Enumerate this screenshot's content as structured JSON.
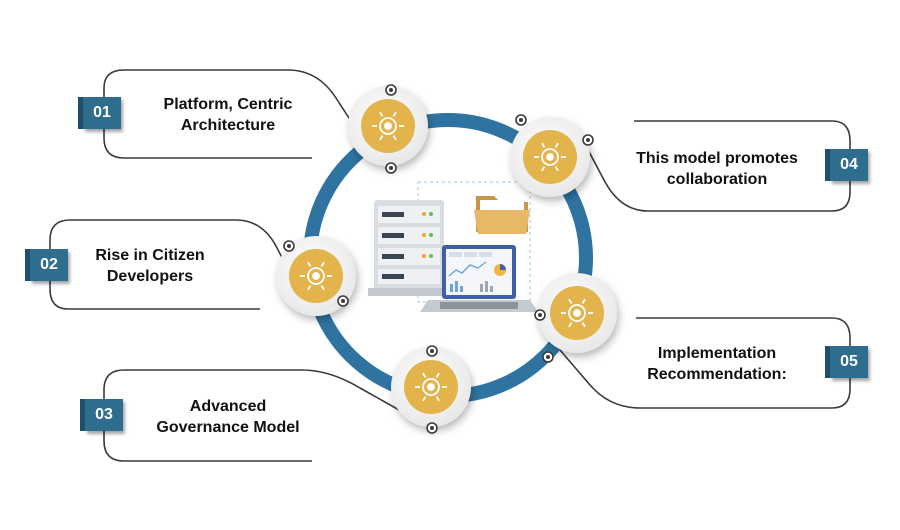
{
  "items": [
    {
      "number": "01",
      "line1": "Platform, Centric",
      "line2": "Architecture",
      "icon": "network-gear-icon"
    },
    {
      "number": "02",
      "line1": "Rise in Citizen",
      "line2": "Developers",
      "icon": "developers-group-icon"
    },
    {
      "number": "03",
      "line1": "Advanced",
      "line2": "Governance Model",
      "icon": "governance-bank-icon"
    },
    {
      "number": "04",
      "line1": "This model promotes",
      "line2": "collaboration",
      "icon": "collaboration-team-icon"
    },
    {
      "number": "05",
      "line1": "Implementation",
      "line2": "Recommendation:",
      "icon": "thumbs-up-gear-icon"
    }
  ],
  "colors": {
    "ring": "#2f73a0",
    "badge": "#2f6d8f",
    "icon_circle": "#e3b34c",
    "outline": "#3a3a3a"
  }
}
